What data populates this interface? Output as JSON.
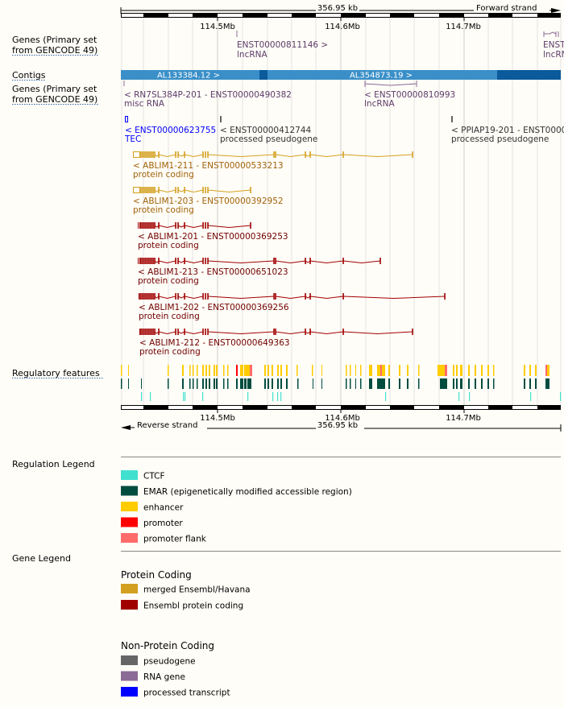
{
  "scale": {
    "length_label": "356.95 kb",
    "forward_strand": "Forward strand",
    "reverse_strand": "Reverse strand",
    "ticks": [
      "114.5Mb",
      "114.6Mb",
      "114.7Mb"
    ]
  },
  "tracks": {
    "genes_fwd": {
      "label_line1": "Genes (Primary set",
      "label_line2": "from GENCODE 49)"
    },
    "contigs": {
      "label": "Contigs",
      "items": [
        "AL133384.12 >",
        "AL354873.19 >"
      ]
    },
    "genes_rev": {
      "label_line1": "Genes (Primary set",
      "label_line2": "from GENCODE 49)"
    },
    "regulatory": {
      "label": "Regulatory features"
    }
  },
  "genes_fwd": [
    {
      "name": "ENST00000811146 >",
      "biotype": "lncRNA"
    },
    {
      "name": "ENST",
      "biotype": "lncRN"
    }
  ],
  "genes_rev": [
    {
      "name": "< RN7SL384P-201 - ENST00000490382",
      "biotype": "misc RNA"
    },
    {
      "name": "< ENST00000810993",
      "biotype": "lncRNA"
    },
    {
      "name": "< ENST00000623755",
      "biotype": "TEC"
    },
    {
      "name": "< ENST00000412744",
      "biotype": "processed pseudogene"
    },
    {
      "name": "< PPIAP19-201 - ENST0000",
      "biotype": "processed pseudogene"
    }
  ],
  "transcripts": [
    {
      "name": "< ABLIM1-211 - ENST00000533213",
      "biotype": "protein coding"
    },
    {
      "name": "< ABLIM1-203 - ENST00000392952",
      "biotype": "protein coding"
    },
    {
      "name": "< ABLIM1-201 - ENST00000369253",
      "biotype": "protein coding"
    },
    {
      "name": "< ABLIM1-213 - ENST00000651023",
      "biotype": "protein coding"
    },
    {
      "name": "< ABLIM1-202 - ENST00000369256",
      "biotype": "protein coding"
    },
    {
      "name": "< ABLIM1-212 - ENST00000649363",
      "biotype": "protein coding"
    }
  ],
  "regulation_legend": {
    "title": "Regulation Legend",
    "items": [
      {
        "label": "CTCF",
        "color": "#40e0d0"
      },
      {
        "label": "EMAR (epigenetically modified accessible region)",
        "color": "#004d40"
      },
      {
        "label": "enhancer",
        "color": "#ffcc00"
      },
      {
        "label": "promoter",
        "color": "#ff0000"
      },
      {
        "label": "promoter flank",
        "color": "#ff6a6a"
      }
    ]
  },
  "gene_legend": {
    "title": "Gene Legend",
    "protein_coding": {
      "title": "Protein Coding",
      "items": [
        {
          "label": "merged Ensembl/Havana",
          "color": "#d4a020"
        },
        {
          "label": "Ensembl protein coding",
          "color": "#a00000"
        }
      ]
    },
    "non_protein_coding": {
      "title": "Non-Protein Coding",
      "items": [
        {
          "label": "pseudogene",
          "color": "#666666"
        },
        {
          "label": "RNA gene",
          "color": "#8b6a96"
        },
        {
          "label": "processed transcript",
          "color": "#0000ff"
        }
      ]
    }
  },
  "colors": {
    "contig_light": "#3a8fc8",
    "contig_dark": "#0a5a9c",
    "lncrna_text": "#5c3c6a",
    "merged_text": "#a0620a",
    "ensembl_text": "#700000"
  }
}
